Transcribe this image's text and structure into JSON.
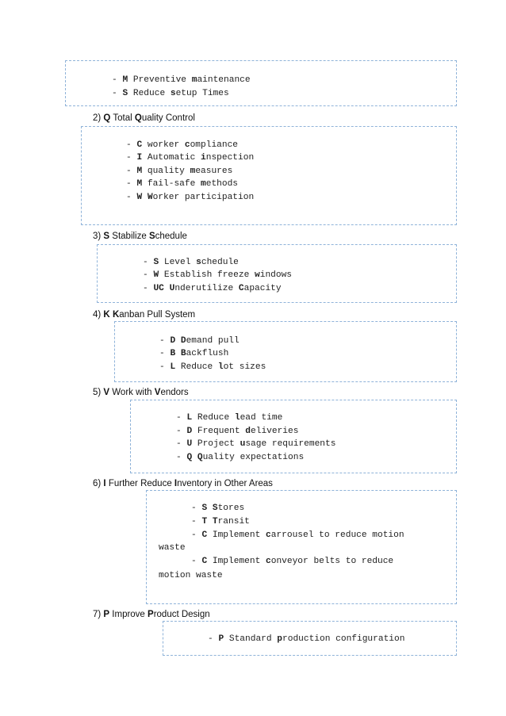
{
  "sections": [
    {
      "heading": null,
      "items": [
        [
          "- ",
          "M",
          " Preventive ",
          "m",
          "aintenance"
        ],
        [
          "- ",
          "S",
          " Reduce ",
          "s",
          "etup Times"
        ]
      ]
    },
    {
      "heading": [
        "2) ",
        "Q",
        " Total ",
        "Q",
        "uality Control"
      ],
      "items": [
        [
          "- ",
          "C",
          " worker ",
          "c",
          "ompliance"
        ],
        [
          "- ",
          "I",
          " Automatic ",
          "i",
          "nspection"
        ],
        [
          "- ",
          "M",
          " quality ",
          "m",
          "easures"
        ],
        [
          "- ",
          "M",
          " fail-safe ",
          "m",
          "ethods"
        ],
        [
          "- ",
          "W",
          " ",
          "W",
          "orker participation"
        ]
      ]
    },
    {
      "heading": [
        "3) ",
        "S",
        " Stabilize ",
        "S",
        "chedule"
      ],
      "items": [
        [
          "- ",
          "S",
          " Level ",
          "s",
          "chedule"
        ],
        [
          "- ",
          "W",
          " Establish freeze ",
          "w",
          "indows"
        ],
        [
          "- ",
          "UC",
          " ",
          "U",
          "nderutilize ",
          "C",
          "apacity"
        ]
      ]
    },
    {
      "heading": [
        "4) ",
        "K",
        " ",
        "K",
        "anban Pull System"
      ],
      "items": [
        [
          "- ",
          "D",
          " ",
          "D",
          "emand pull"
        ],
        [
          "- ",
          "B",
          " ",
          "B",
          "ackflush"
        ],
        [
          "- ",
          "L",
          " Reduce ",
          "l",
          "ot sizes"
        ]
      ]
    },
    {
      "heading": [
        "5) ",
        "V",
        " Work with ",
        "V",
        "endors"
      ],
      "items": [
        [
          "- ",
          "L",
          " Reduce ",
          "l",
          "ead time"
        ],
        [
          "- ",
          "D",
          " Frequent ",
          "d",
          "eliveries"
        ],
        [
          "- ",
          "U",
          " Project ",
          "u",
          "sage requirements"
        ],
        [
          "- ",
          "Q",
          " ",
          "Q",
          "uality expectations"
        ]
      ]
    },
    {
      "heading": [
        "6) ",
        "I",
        " Further Reduce ",
        "I",
        "nventory in Other Areas"
      ],
      "items": [
        [
          "- ",
          "S",
          " ",
          "S",
          "tores"
        ],
        [
          "- ",
          "T",
          " ",
          "T",
          "ransit"
        ],
        [
          "- ",
          "C",
          " Implement ",
          "c",
          "arrousel to reduce motion"
        ],
        [
          "waste"
        ],
        [
          "- ",
          "C",
          " Implement ",
          "c",
          "onveyor belts to reduce"
        ],
        [
          "motion waste"
        ]
      ]
    },
    {
      "heading": [
        "7) ",
        "P",
        " Improve ",
        "P",
        "roduct Design"
      ],
      "items": [
        [
          "- ",
          "P",
          " Standard ",
          "p",
          "roduction configuration"
        ]
      ]
    }
  ]
}
